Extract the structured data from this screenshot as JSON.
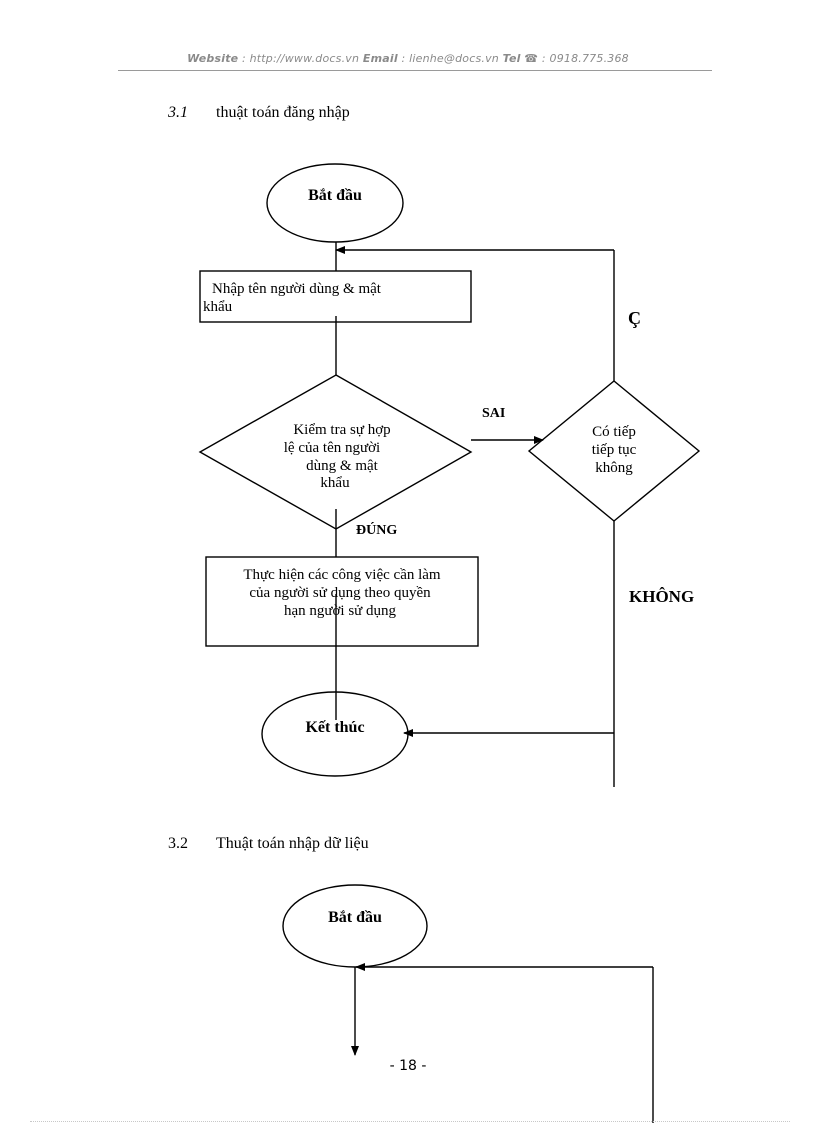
{
  "header": {
    "website_label": "Website",
    "website_value": " : http://www.docs.vn ",
    "email_label": "Email",
    "email_value": " : lienhe@docs.vn ",
    "tel_label": "Tel",
    "tel_value": " ☎ : 0918.775.368"
  },
  "sections": [
    {
      "number": "3.1",
      "title": "thuật toán đăng nhập"
    },
    {
      "number": "3.2",
      "title": "Thuật toán nhập dữ liệu"
    }
  ],
  "flow1": {
    "start": "Bắt đầu",
    "input_line1": "Nhập tên người   dùng & mật",
    "input_line2": "khẩu",
    "check_line1": "Kiểm tra sự hợp",
    "check_line2": "lệ của tên người",
    "check_line3": "dùng & mật",
    "check_line4": "khẩu",
    "label_false": "SAI",
    "label_true": "ĐÚNG",
    "continue_line1": "Có tiếp",
    "continue_line2": "tiếp tục",
    "continue_line3": "không",
    "label_yes": "Ç",
    "label_no": "KHÔNG",
    "process_line1": "Thực hiện các công việc cần làm",
    "process_line2": "của người   sử dụng theo quyền",
    "process_line3": "hạn người   sử dụng",
    "end": "Kết thúc"
  },
  "flow2": {
    "start": "Bắt đầu"
  },
  "page_number": "- 18 -"
}
